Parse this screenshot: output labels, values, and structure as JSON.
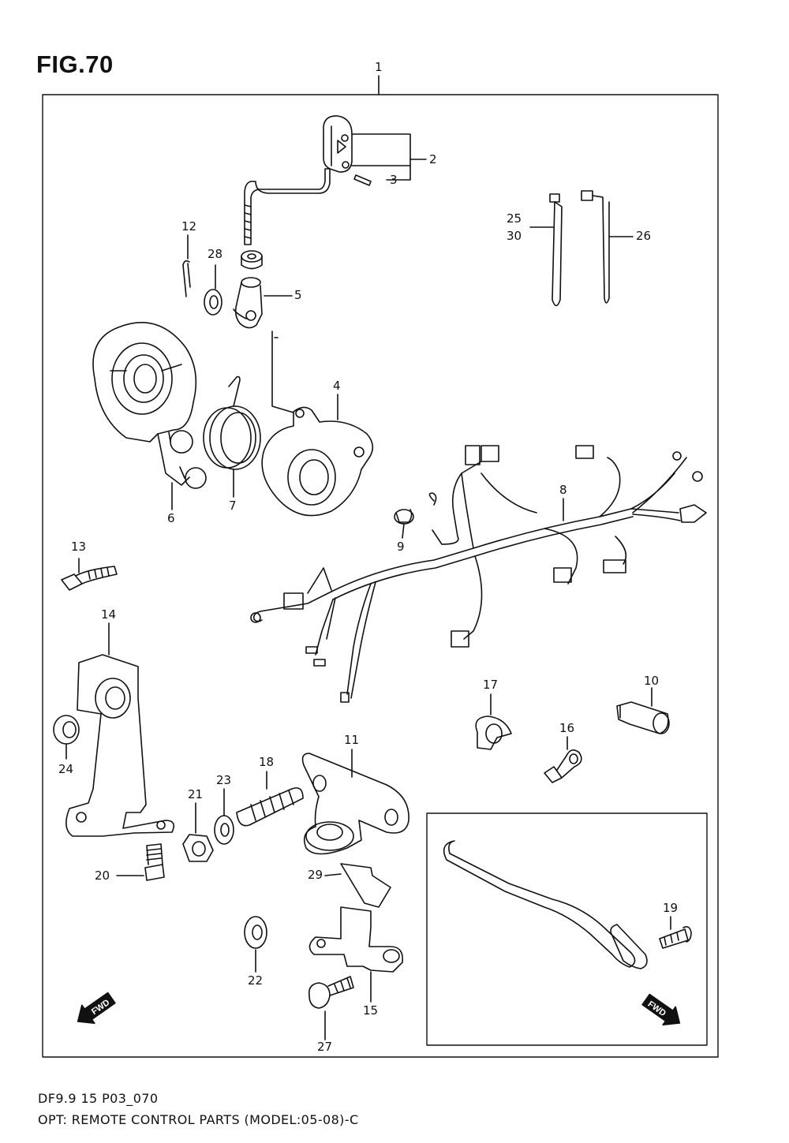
{
  "figure": {
    "title": "FIG.70",
    "code": "DF9.9 15 P03_070",
    "caption": "OPT: REMOTE CONTROL PARTS (MODEL:05-08)-C"
  },
  "callouts": {
    "c1": "1",
    "c2": "2",
    "c3": "3",
    "c4": "4",
    "c5": "5",
    "c6": "6",
    "c7": "7",
    "c8": "8",
    "c9": "9",
    "c10": "10",
    "c11": "11",
    "c12": "12",
    "c13": "13",
    "c14": "14",
    "c15": "15",
    "c16": "16",
    "c17": "17",
    "c18": "18",
    "c19": "19",
    "c20": "20",
    "c21": "21",
    "c22": "22",
    "c23": "23",
    "c24": "24",
    "c25": "25",
    "c30": "30",
    "c26": "26",
    "c27": "27",
    "c28": "28",
    "c29": "29"
  },
  "fwd_label": "FWD"
}
